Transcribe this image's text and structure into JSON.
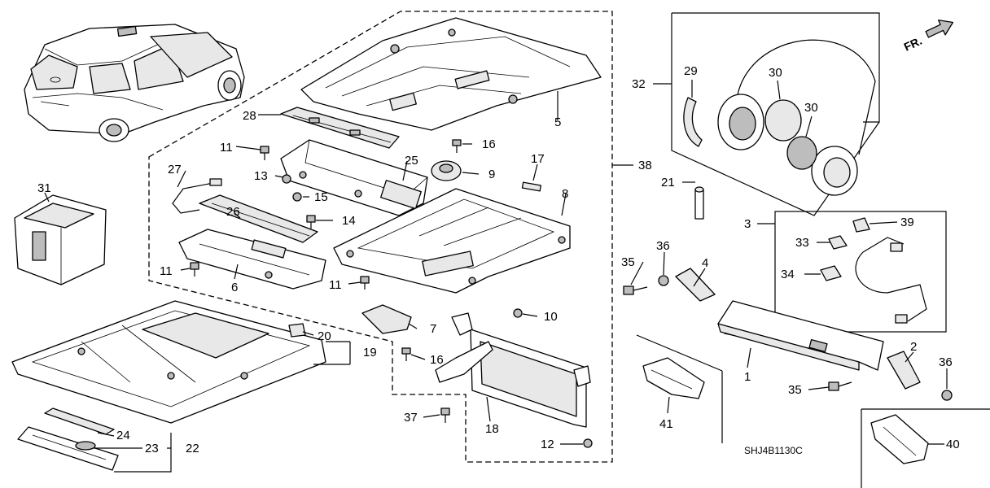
{
  "diagram_code": "SHJ4B1130C",
  "direction_label": "FR.",
  "callouts": {
    "c1": "1",
    "c2": "2",
    "c3": "3",
    "c4": "4",
    "c5": "5",
    "c6": "6",
    "c7": "7",
    "c8": "8",
    "c9": "9",
    "c10": "10",
    "c11a": "11",
    "c11b": "11",
    "c11c": "11",
    "c12": "12",
    "c13": "13",
    "c14": "14",
    "c15": "15",
    "c16a": "16",
    "c16b": "16",
    "c17": "17",
    "c18": "18",
    "c19": "19",
    "c20": "20",
    "c21": "21",
    "c22": "22",
    "c23": "23",
    "c24": "24",
    "c25": "25",
    "c26": "26",
    "c27": "27",
    "c28": "28",
    "c29": "29",
    "c30a": "30",
    "c30b": "30",
    "c31": "31",
    "c32": "32",
    "c33": "33",
    "c34": "34",
    "c35a": "35",
    "c35b": "35",
    "c36a": "36",
    "c36b": "36",
    "c37": "37",
    "c38": "38",
    "c39": "39",
    "c40": "40",
    "c41": "41"
  }
}
